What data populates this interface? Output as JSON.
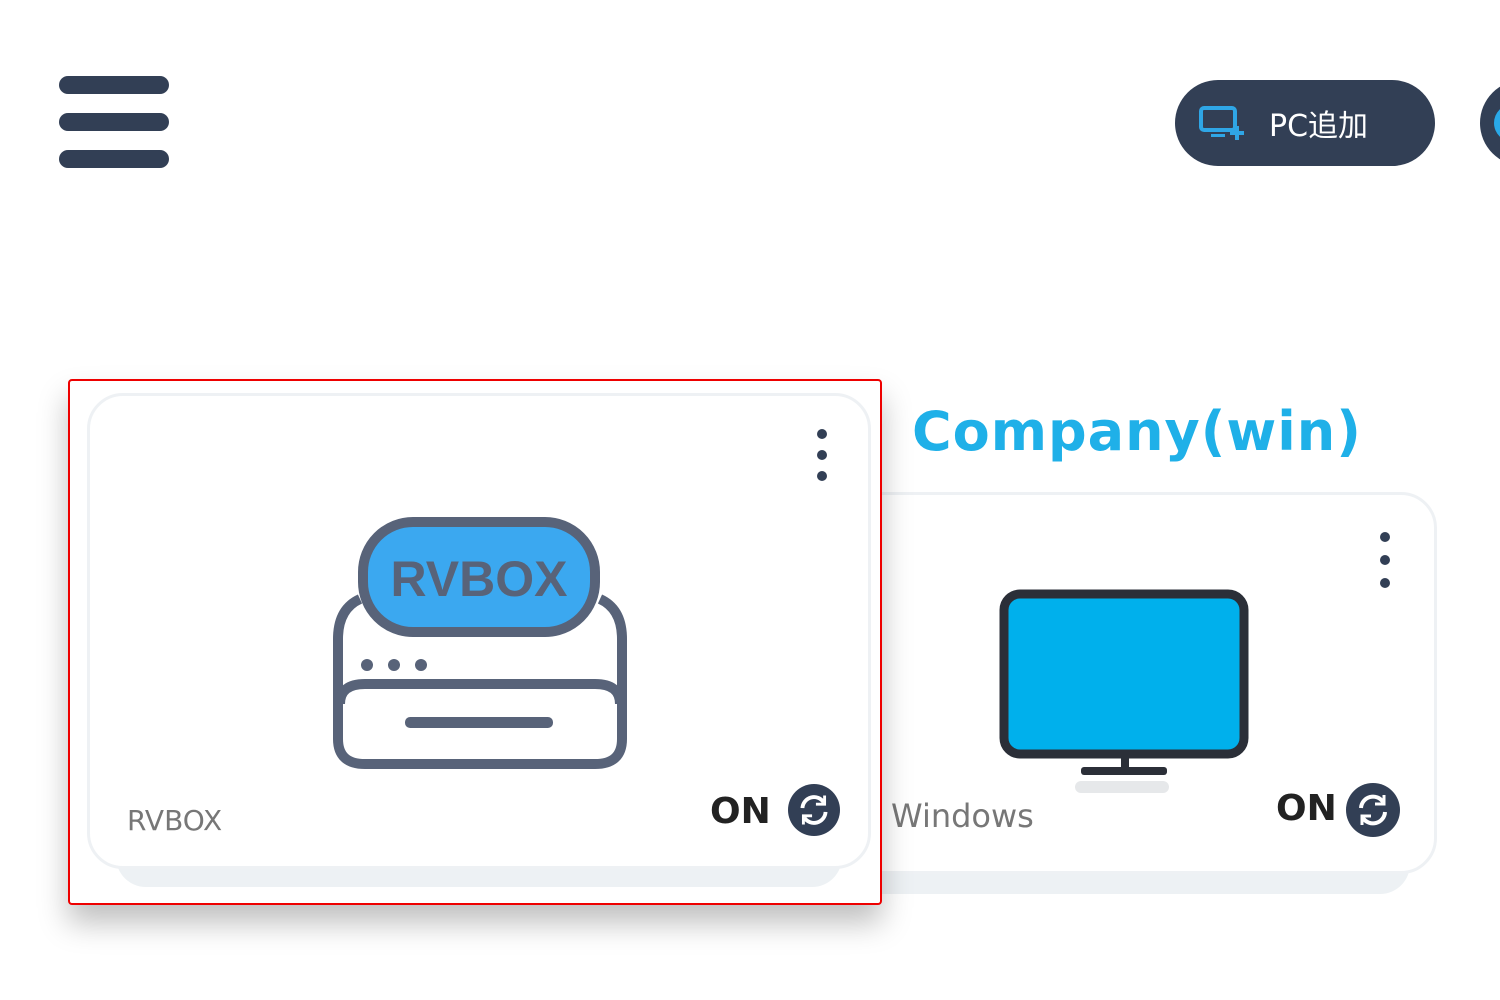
{
  "header": {
    "menu_icon": "hamburger-icon",
    "add_pc_label": "PC追加",
    "add_pc_icon": "monitor-plus-icon"
  },
  "group": {
    "title": "Company(win)"
  },
  "cards": [
    {
      "name": "RVBOX",
      "logo_text": "RVBOX",
      "status": "ON",
      "icon": "rvbox-device-icon"
    },
    {
      "name": "Windows",
      "status": "ON",
      "icon": "monitor-icon",
      "monitor_color": "#00b0ec"
    }
  ],
  "colors": {
    "accent": "#1fb0e8",
    "dark": "#323f55",
    "selection_border": "#e00000"
  }
}
